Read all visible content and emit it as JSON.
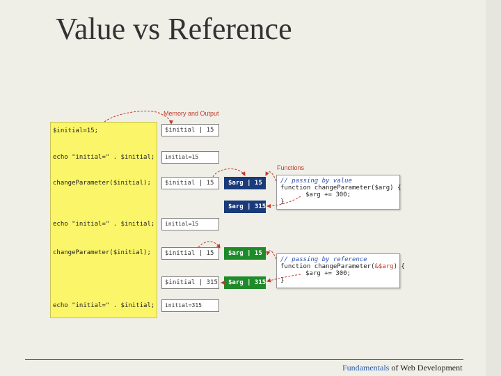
{
  "title": "Value vs Reference",
  "diagram": {
    "memory_heading": "Memory and Output",
    "functions_heading": "Functions",
    "code_lines": [
      "$initial=15;",
      "echo \"initial=\" . $initial;",
      "changeParameter($initial);",
      "echo \"initial=\" . $initial;",
      "changeParameter($initial);",
      "echo \"initial=\" . $initial;"
    ],
    "memory": {
      "m1": "$initial | 15",
      "m2": "initial=15",
      "m3": "$initial | 15",
      "m4": "initial=15",
      "m5": "$initial | 15",
      "m6": "$initial | 315",
      "m7": "initial=315"
    },
    "arg_boxes": {
      "value_before": "$arg | 15",
      "value_after": "$arg | 315",
      "ref_before": "$arg | 15",
      "ref_after": "$arg | 315"
    },
    "fn_value": {
      "comment": "// passing by value",
      "signature": "function changeParameter($arg) {",
      "body": "$arg += 300;",
      "close": "}"
    },
    "fn_reference": {
      "comment": "// passing by reference",
      "signature_start": "function changeParameter(",
      "signature_ref": "&$arg",
      "signature_end": ") {",
      "body": "$arg += 300;",
      "close": "}"
    }
  },
  "footer": {
    "part1": "Fundamentals",
    "part2": " of Web Development"
  },
  "colors": {
    "code_bg": "#fbf56a",
    "navy": "#1a3a7a",
    "green": "#1f8a2a",
    "arrow": "#c0392b"
  }
}
